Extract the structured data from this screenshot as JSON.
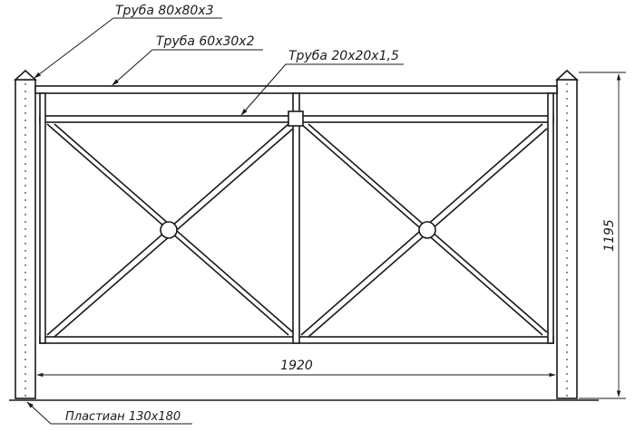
{
  "labels": {
    "pipe_80": "Труба 80х80х3",
    "pipe_60": "Труба 60х30х2",
    "pipe_20": "Труба 20х20х1,5",
    "base_plate": "Пластиан 130х180"
  },
  "dimensions": {
    "width": "1920",
    "height": "1195"
  }
}
